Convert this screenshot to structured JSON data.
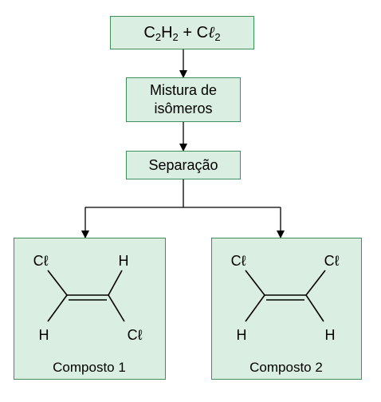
{
  "reactants": {
    "c": "C",
    "c_sub": "2",
    "h": "H",
    "h_sub": "2",
    "plus": "+",
    "cl_c": "C",
    "cl_l": "ℓ",
    "cl_sub": "2"
  },
  "mixture": {
    "line1": "Mistura de",
    "line2": "isômeros"
  },
  "separation": "Separação",
  "compound1": {
    "label": "Composto 1",
    "top_left": "Cℓ",
    "top_right": "H",
    "bottom_left": "H",
    "bottom_right": "Cℓ"
  },
  "compound2": {
    "label": "Composto 2",
    "top_left": "Cℓ",
    "top_right": "Cℓ",
    "bottom_left": "H",
    "bottom_right": "H"
  }
}
